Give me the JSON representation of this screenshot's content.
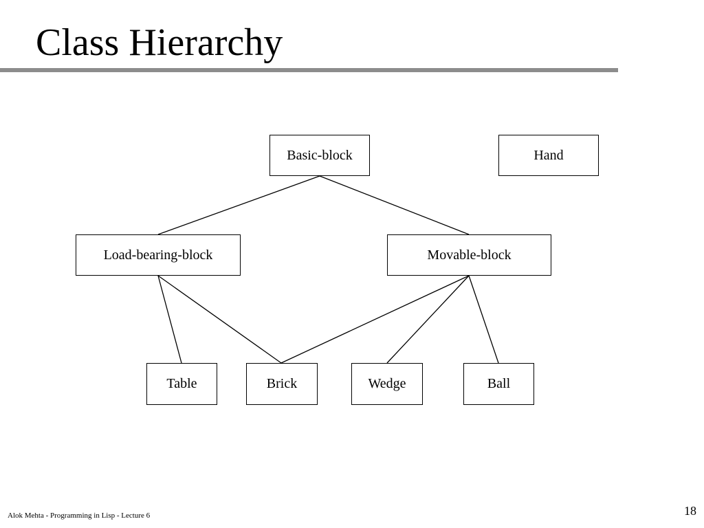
{
  "slide": {
    "title": "Class Hierarchy",
    "footer": "Alok Mehta - Programming in Lisp - Lecture 6",
    "page_number": "18"
  },
  "diagram": {
    "nodes": {
      "basic_block": "Basic-block",
      "hand": "Hand",
      "load_bearing_block": "Load-bearing-block",
      "movable_block": "Movable-block",
      "table": "Table",
      "brick": "Brick",
      "wedge": "Wedge",
      "ball": "Ball"
    },
    "edges": [
      {
        "from": "basic_block",
        "to": "load_bearing_block"
      },
      {
        "from": "basic_block",
        "to": "movable_block"
      },
      {
        "from": "load_bearing_block",
        "to": "table"
      },
      {
        "from": "load_bearing_block",
        "to": "brick"
      },
      {
        "from": "movable_block",
        "to": "brick"
      },
      {
        "from": "movable_block",
        "to": "wedge"
      },
      {
        "from": "movable_block",
        "to": "ball"
      }
    ]
  }
}
